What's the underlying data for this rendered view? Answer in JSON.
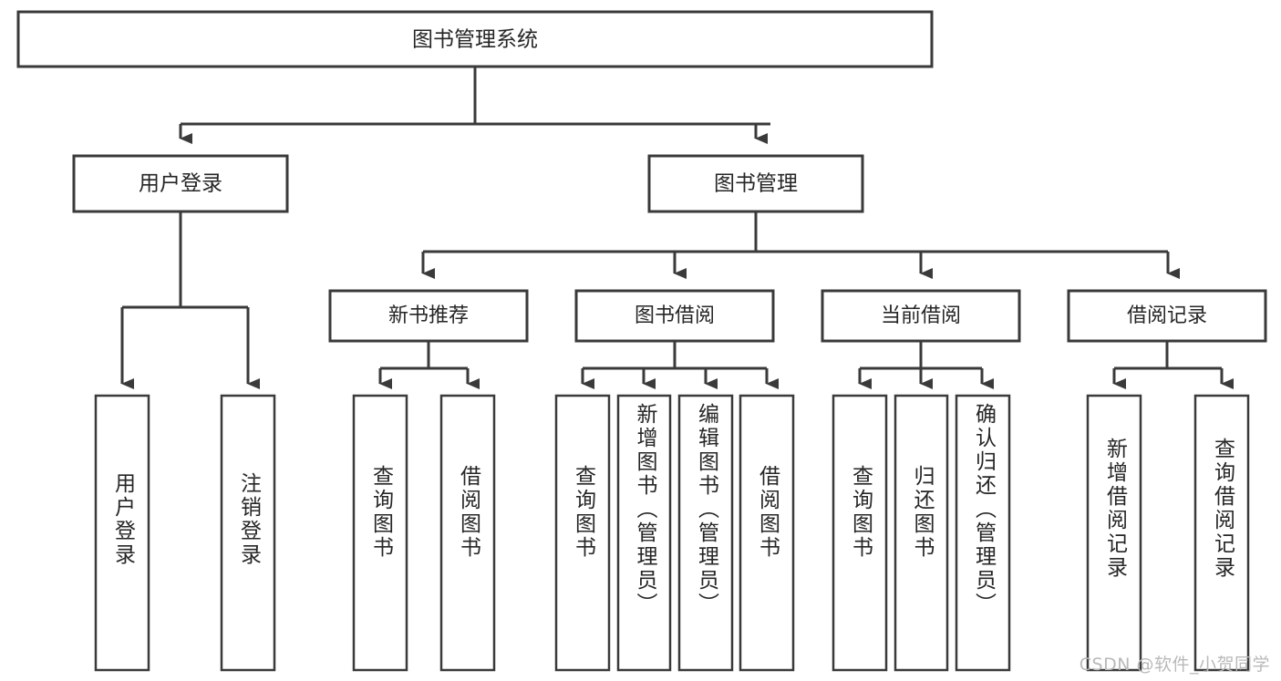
{
  "diagram": {
    "type": "tree",
    "title": "图书管理系统",
    "root": {
      "id": "root",
      "label": "图书管理系统",
      "orientation": "horizontal"
    },
    "level2": [
      {
        "id": "user-login",
        "label": "用户登录",
        "orientation": "horizontal"
      },
      {
        "id": "book-manage",
        "label": "图书管理",
        "orientation": "horizontal"
      }
    ],
    "level3": [
      {
        "id": "new-book-recommend",
        "label": "新书推荐",
        "orientation": "horizontal",
        "parent": "book-manage"
      },
      {
        "id": "book-borrow",
        "label": "图书借阅",
        "orientation": "horizontal",
        "parent": "book-manage"
      },
      {
        "id": "current-borrow",
        "label": "当前借阅",
        "orientation": "horizontal",
        "parent": "book-manage"
      },
      {
        "id": "borrow-record",
        "label": "借阅记录",
        "orientation": "horizontal",
        "parent": "book-manage"
      }
    ],
    "leaves": [
      {
        "id": "leaf-user-login",
        "label": "用户登录",
        "orientation": "vertical",
        "parent": "user-login"
      },
      {
        "id": "leaf-user-logout",
        "label": "注销登录",
        "orientation": "vertical",
        "parent": "user-login"
      },
      {
        "id": "leaf-query-book-1",
        "label": "查询图书",
        "orientation": "vertical",
        "parent": "new-book-recommend"
      },
      {
        "id": "leaf-borrow-book-1",
        "label": "借阅图书",
        "orientation": "vertical",
        "parent": "new-book-recommend"
      },
      {
        "id": "leaf-query-book-2",
        "label": "查询图书",
        "orientation": "vertical",
        "parent": "book-borrow"
      },
      {
        "id": "leaf-add-book",
        "label": "新增图书（管理员）",
        "orientation": "vertical",
        "parent": "book-borrow"
      },
      {
        "id": "leaf-edit-book",
        "label": "编辑图书（管理员）",
        "orientation": "vertical",
        "parent": "book-borrow"
      },
      {
        "id": "leaf-borrow-book-2",
        "label": "借阅图书",
        "orientation": "vertical",
        "parent": "book-borrow"
      },
      {
        "id": "leaf-query-book-3",
        "label": "查询图书",
        "orientation": "vertical",
        "parent": "current-borrow"
      },
      {
        "id": "leaf-return-book",
        "label": "归还图书",
        "orientation": "vertical",
        "parent": "current-borrow"
      },
      {
        "id": "leaf-confirm-return",
        "label": "确认归还（管理员）",
        "orientation": "vertical",
        "parent": "current-borrow"
      },
      {
        "id": "leaf-add-record",
        "label": "新增借阅记录",
        "orientation": "vertical",
        "parent": "borrow-record"
      },
      {
        "id": "leaf-query-record",
        "label": "查询借阅记录",
        "orientation": "vertical",
        "parent": "borrow-record"
      }
    ],
    "colors": {
      "stroke": "#3a3a3a",
      "fill": "#ffffff",
      "text": "#262626",
      "watermark": "#b9b9b9"
    }
  },
  "watermark": {
    "text": "CSDN @软件_小贺同学"
  }
}
